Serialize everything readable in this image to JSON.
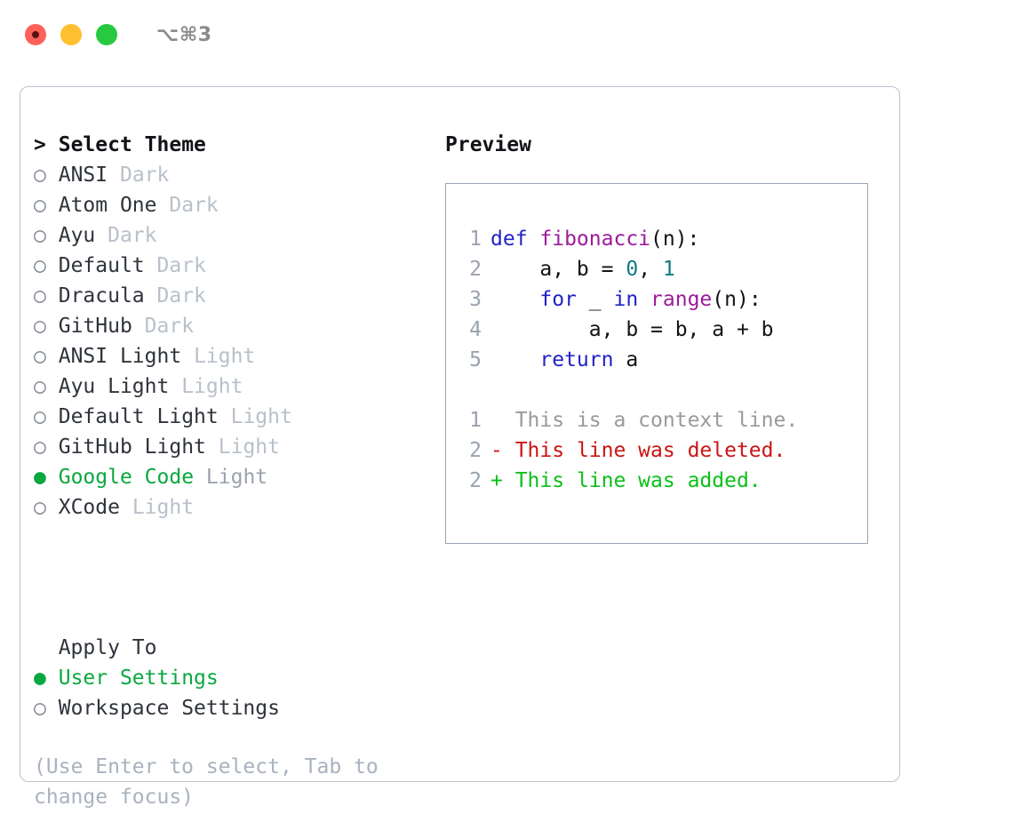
{
  "titlebar": {
    "shortcut": "⌥⌘3",
    "buttons": [
      {
        "name": "close",
        "color": "#ff6159"
      },
      {
        "name": "minimize",
        "color": "#fec02f"
      },
      {
        "name": "zoom",
        "color": "#26c940"
      }
    ]
  },
  "theme_list": {
    "header_caret": ">",
    "header_label": "Select Theme",
    "bullet_selected": "●",
    "bullet_unselected": "○",
    "items": [
      {
        "bullet": "○",
        "label": "ANSI",
        "variant": "Dark",
        "selected": false
      },
      {
        "bullet": "○",
        "label": "Atom One",
        "variant": "Dark",
        "selected": false
      },
      {
        "bullet": "○",
        "label": "Ayu",
        "variant": "Dark",
        "selected": false
      },
      {
        "bullet": "○",
        "label": "Default",
        "variant": "Dark",
        "selected": false
      },
      {
        "bullet": "○",
        "label": "Dracula",
        "variant": "Dark",
        "selected": false
      },
      {
        "bullet": "○",
        "label": "GitHub",
        "variant": "Dark",
        "selected": false
      },
      {
        "bullet": "○",
        "label": "ANSI Light",
        "variant": "Light",
        "selected": false
      },
      {
        "bullet": "○",
        "label": "Ayu Light",
        "variant": "Light",
        "selected": false
      },
      {
        "bullet": "○",
        "label": "Default Light",
        "variant": "Light",
        "selected": false
      },
      {
        "bullet": "○",
        "label": "GitHub Light",
        "variant": "Light",
        "selected": false
      },
      {
        "bullet": "●",
        "label": "Google Code",
        "variant": "Light",
        "selected": true
      },
      {
        "bullet": "○",
        "label": "XCode",
        "variant": "Light",
        "selected": false
      }
    ]
  },
  "apply_to": {
    "header_label": "Apply To",
    "items": [
      {
        "bullet": "●",
        "label": "User Settings",
        "selected": true
      },
      {
        "bullet": "○",
        "label": "Workspace Settings",
        "selected": false
      }
    ]
  },
  "hint": {
    "text": "(Use Enter to select, Tab to change focus)"
  },
  "preview": {
    "title": "Preview",
    "code_lines": [
      {
        "number": "1",
        "tokens": [
          {
            "text": "def ",
            "kind": "kw"
          },
          {
            "text": "fibonacci",
            "kind": "fn"
          },
          {
            "text": "(n):",
            "kind": "pl"
          }
        ]
      },
      {
        "number": "2",
        "tokens": [
          {
            "text": "    a, b = ",
            "kind": "pl"
          },
          {
            "text": "0",
            "kind": "num"
          },
          {
            "text": ", ",
            "kind": "pl"
          },
          {
            "text": "1",
            "kind": "num"
          }
        ]
      },
      {
        "number": "3",
        "tokens": [
          {
            "text": "    ",
            "kind": "pl"
          },
          {
            "text": "for",
            "kind": "kw"
          },
          {
            "text": " _ ",
            "kind": "pl"
          },
          {
            "text": "in",
            "kind": "kw"
          },
          {
            "text": " ",
            "kind": "pl"
          },
          {
            "text": "range",
            "kind": "fn"
          },
          {
            "text": "(n):",
            "kind": "pl"
          }
        ]
      },
      {
        "number": "4",
        "tokens": [
          {
            "text": "        a, b = b, a + b",
            "kind": "pl"
          }
        ]
      },
      {
        "number": "5",
        "tokens": [
          {
            "text": "    ",
            "kind": "pl"
          },
          {
            "text": "return",
            "kind": "kw"
          },
          {
            "text": " a",
            "kind": "pl"
          }
        ]
      }
    ],
    "diff_lines": [
      {
        "number": "1",
        "marker": " ",
        "text": " This is a context line.",
        "kind": "ctx"
      },
      {
        "number": "2",
        "marker": "-",
        "text": " This line was deleted.",
        "kind": "del"
      },
      {
        "number": "2",
        "marker": "+",
        "text": " This line was added.",
        "kind": "add"
      }
    ]
  },
  "colors": {
    "accent_green": "#0aa83f",
    "keyword_blue": "#2222c7",
    "function_purple": "#9c1b9c",
    "number_teal": "#107a84",
    "diff_delete_red": "#cc1414",
    "diff_add_green": "#0ac018",
    "muted_gray": "#b9c0ca",
    "border_gray": "#b9c2cd"
  }
}
